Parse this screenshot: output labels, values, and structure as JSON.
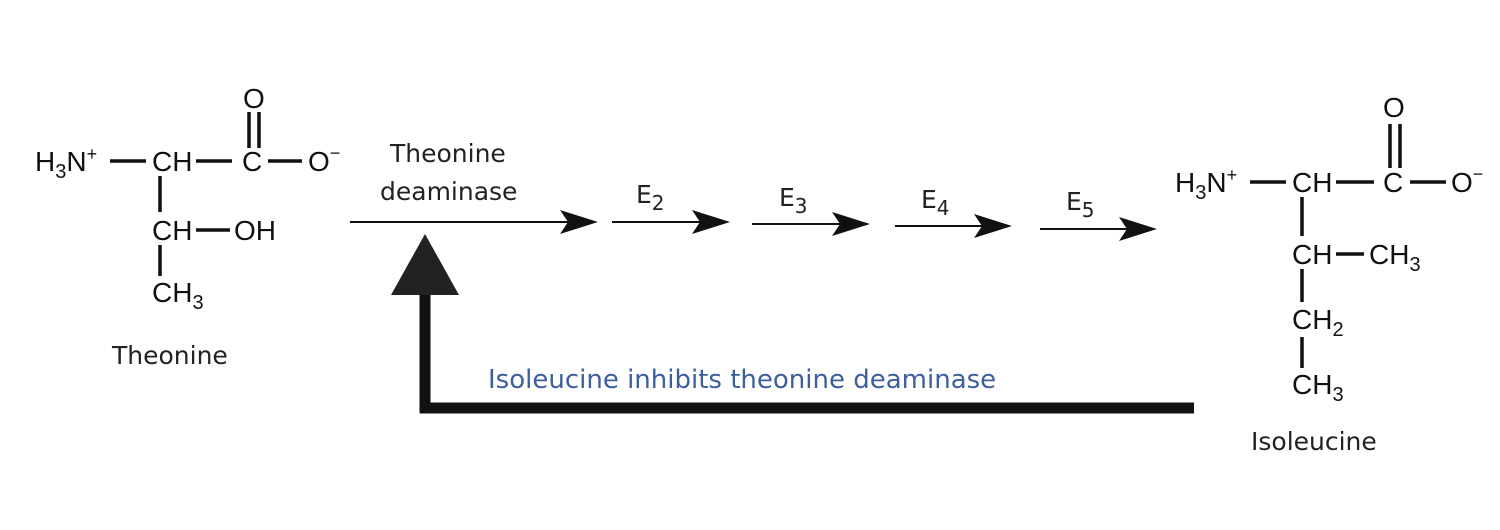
{
  "threonine": {
    "ammonium": {
      "main": "H",
      "sub": "3",
      "n": "N",
      "sup": "+"
    },
    "alpha_carbon": "CH",
    "carbonyl_carbon": "C",
    "carbonyl_oxygen": "O",
    "carboxylate_oxygen": {
      "main": "O",
      "sup": "−"
    },
    "beta_carbon": "CH",
    "hydroxyl": "OH",
    "methyl": {
      "main": "CH",
      "sub": "3"
    },
    "name": "Theonine"
  },
  "isoleucine": {
    "ammonium": {
      "main": "H",
      "sub": "3",
      "n": "N",
      "sup": "+"
    },
    "alpha_carbon": "CH",
    "carbonyl_carbon": "C",
    "carbonyl_oxygen": "O",
    "carboxylate_oxygen": {
      "main": "O",
      "sup": "−"
    },
    "beta_carbon": "CH",
    "beta_methyl": {
      "main": "CH",
      "sub": "3"
    },
    "gamma_carbon": {
      "main": "CH",
      "sub": "2"
    },
    "delta_methyl": {
      "main": "CH",
      "sub": "3"
    },
    "name": "Isoleucine"
  },
  "pathway": {
    "step1": {
      "line1": "Theonine",
      "line2": "deaminase"
    },
    "step2": {
      "main": "E",
      "sub": "2"
    },
    "step3": {
      "main": "E",
      "sub": "3"
    },
    "step4": {
      "main": "E",
      "sub": "4"
    },
    "step5": {
      "main": "E",
      "sub": "5"
    }
  },
  "feedback": {
    "label": "Isoleucine inhibits theonine deaminase",
    "color": "#3d5f9e"
  }
}
